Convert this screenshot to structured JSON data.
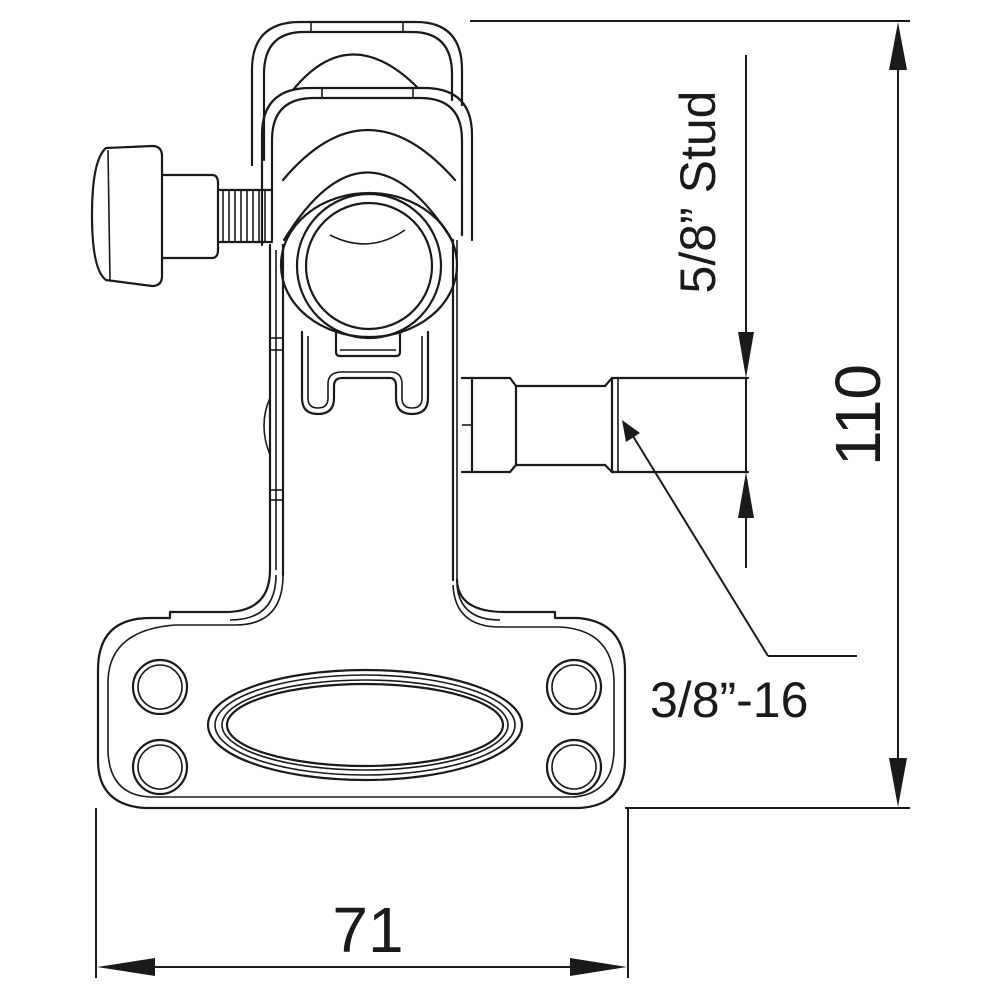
{
  "drawing": {
    "subject": "Mounting bracket with 5/8\" stud and 3/8\"-16 thread",
    "colors": {
      "line": "#1a1a1a",
      "background": "#ffffff"
    }
  },
  "annotations": {
    "stud_label": "5/8” Stud",
    "thread_label": "3/8”-16",
    "height_dimension": "110",
    "width_dimension": "71"
  },
  "dimensions": {
    "height": {
      "value": "110",
      "orientation": "vertical"
    },
    "width": {
      "value": "71",
      "orientation": "horizontal"
    }
  }
}
